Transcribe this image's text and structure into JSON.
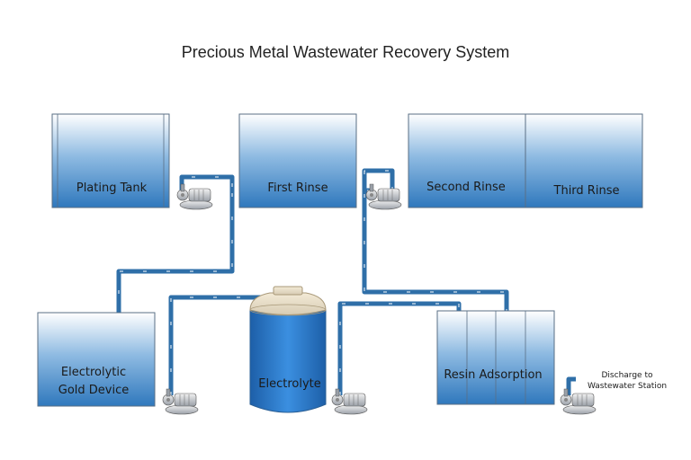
{
  "title": "Precious Metal Wastewater Recovery System",
  "components": {
    "plating_tank": "Plating Tank",
    "first_rinse": "First Rinse",
    "second_rinse": "Second Rinse",
    "third_rinse": "Third Rinse",
    "electrolytic_gold_device_line1": "Electrolytic",
    "electrolytic_gold_device_line2": "Gold Device",
    "electrolyte": "Electrolyte",
    "resin_adsorption": "Resin Adsorption"
  },
  "discharge": {
    "line1": "Discharge to",
    "line2": "Wastewater Station"
  },
  "colors": {
    "tank_top": "#ffffff",
    "tank_bottom": "#2f78bd",
    "pipe": "#2f6fa8",
    "pipe_dash": "#ffffff",
    "pump": "#c4c7cc"
  }
}
